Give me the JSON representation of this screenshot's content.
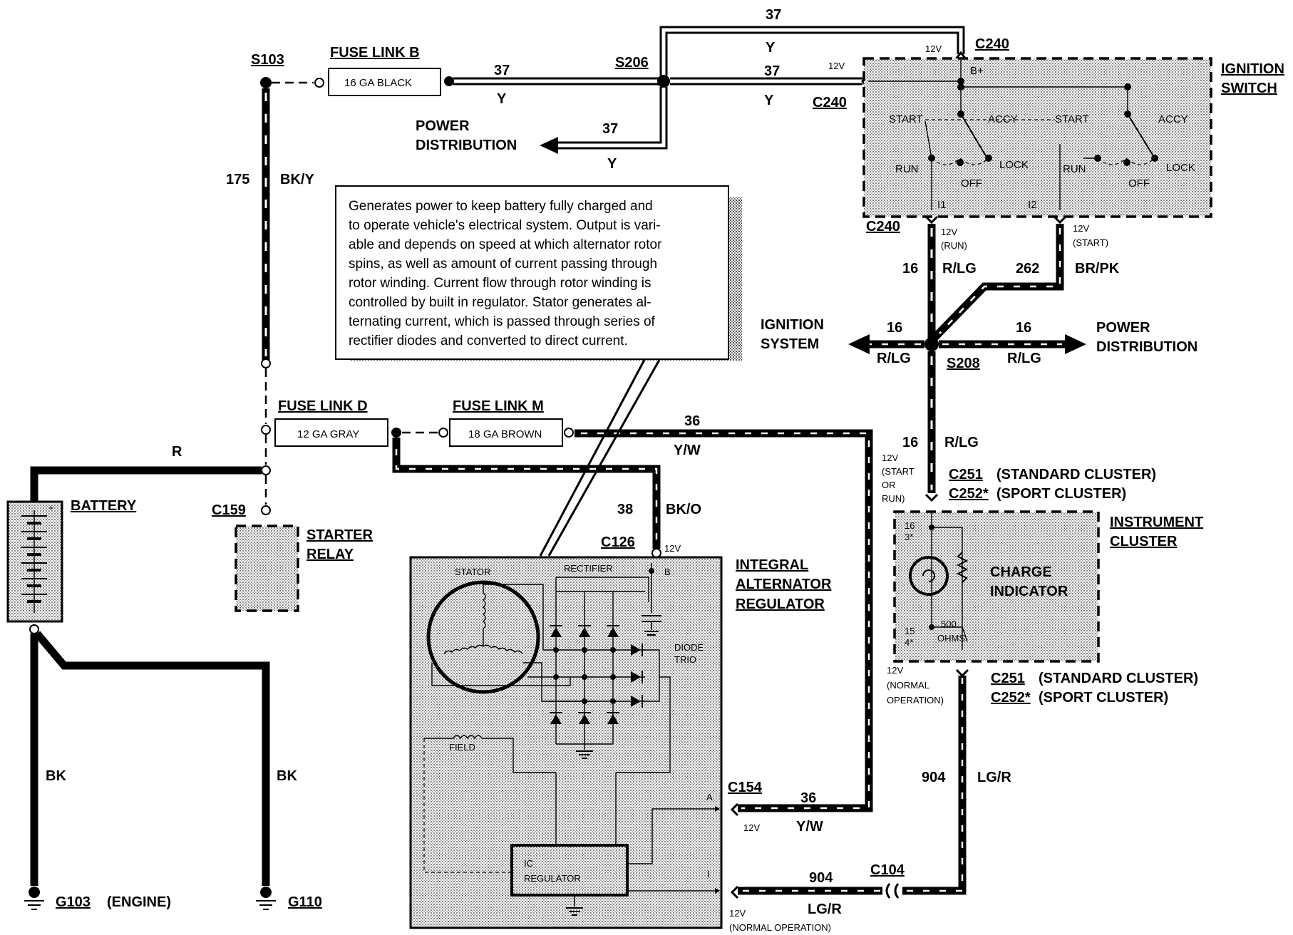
{
  "fuse_links": {
    "b": {
      "title": "FUSE LINK B",
      "rating": "16 GA BLACK"
    },
    "d": {
      "title": "FUSE LINK D",
      "rating": "12 GA GRAY"
    },
    "m": {
      "title": "FUSE LINK M",
      "rating": "18 GA BROWN"
    }
  },
  "splices": {
    "s103": "S103",
    "s206": "S206",
    "s208": "S208"
  },
  "wires": {
    "w37": "37",
    "y": "Y",
    "w175": "175",
    "bky": "BK/Y",
    "r": "R",
    "w36": "36",
    "yw": "Y/W",
    "w38": "38",
    "bko": "BK/O",
    "w16": "16",
    "rlg": "R/LG",
    "w262": "262",
    "brpk": "BR/PK",
    "w904": "904",
    "lgr": "LG/R",
    "bk": "BK"
  },
  "destinations": {
    "power_distribution": [
      "POWER",
      "DISTRIBUTION"
    ],
    "ignition_system": [
      "IGNITION",
      "SYSTEM"
    ]
  },
  "connectors": {
    "c240": "C240",
    "c159": "C159",
    "c126": "C126",
    "c154": "C154",
    "c104": "C104",
    "c251": "C251",
    "c252": "C252*"
  },
  "cluster_notes": {
    "standard": "(STANDARD CLUSTER)",
    "sport": "(SPORT CLUSTER)"
  },
  "components": {
    "ignition_switch": [
      "IGNITION",
      "SWITCH"
    ],
    "battery": "BATTERY",
    "starter_relay": [
      "STARTER",
      "RELAY"
    ],
    "alternator": [
      "INTEGRAL",
      "ALTERNATOR",
      "REGULATOR"
    ],
    "instrument_cluster": [
      "INSTRUMENT",
      "CLUSTER"
    ],
    "charge_indicator": [
      "CHARGE",
      "INDICATOR"
    ]
  },
  "switch_positions": {
    "start": "START",
    "accy": "ACCY",
    "run": "RUN",
    "off": "OFF",
    "lock": "LOCK",
    "b_plus": "B+",
    "i1": "I1",
    "i2": "I2"
  },
  "voltages": {
    "v12": "12V",
    "run": "(RUN)",
    "start": "(START)",
    "start_or_run": [
      "(START",
      "OR",
      "RUN)"
    ],
    "normal_operation": [
      "(NORMAL",
      "OPERATION)"
    ],
    "normal_operation_inline": "(NORMAL OPERATION)"
  },
  "alternator_internal": {
    "stator": "STATOR",
    "rectifier": "RECTIFIER",
    "b": "B",
    "diode_trio": [
      "DIODE",
      "TRIO"
    ],
    "field": "FIELD",
    "ic_regulator": [
      "IC",
      "REGULATOR"
    ],
    "a": "A",
    "i": "I"
  },
  "cluster_internal": {
    "pin16": "16",
    "pin3": "3*",
    "pin15": "15",
    "pin4": "4*",
    "resistor": [
      "500",
      "OHMS"
    ]
  },
  "grounds": {
    "g103": "G103",
    "engine": "(ENGINE)",
    "g110": "G110"
  },
  "description_lines": [
    "Generates power to keep battery fully charged and",
    "to operate vehicle's electrical system.  Output is vari-",
    "able and depends on speed at which alternator rotor",
    "spins, as well as amount of current passing through",
    "rotor winding.  Current flow through rotor winding is",
    "controlled by built in regulator.  Stator generates al-",
    "ternating current, which is passed through series of",
    "rectifier diodes and converted to direct current."
  ]
}
